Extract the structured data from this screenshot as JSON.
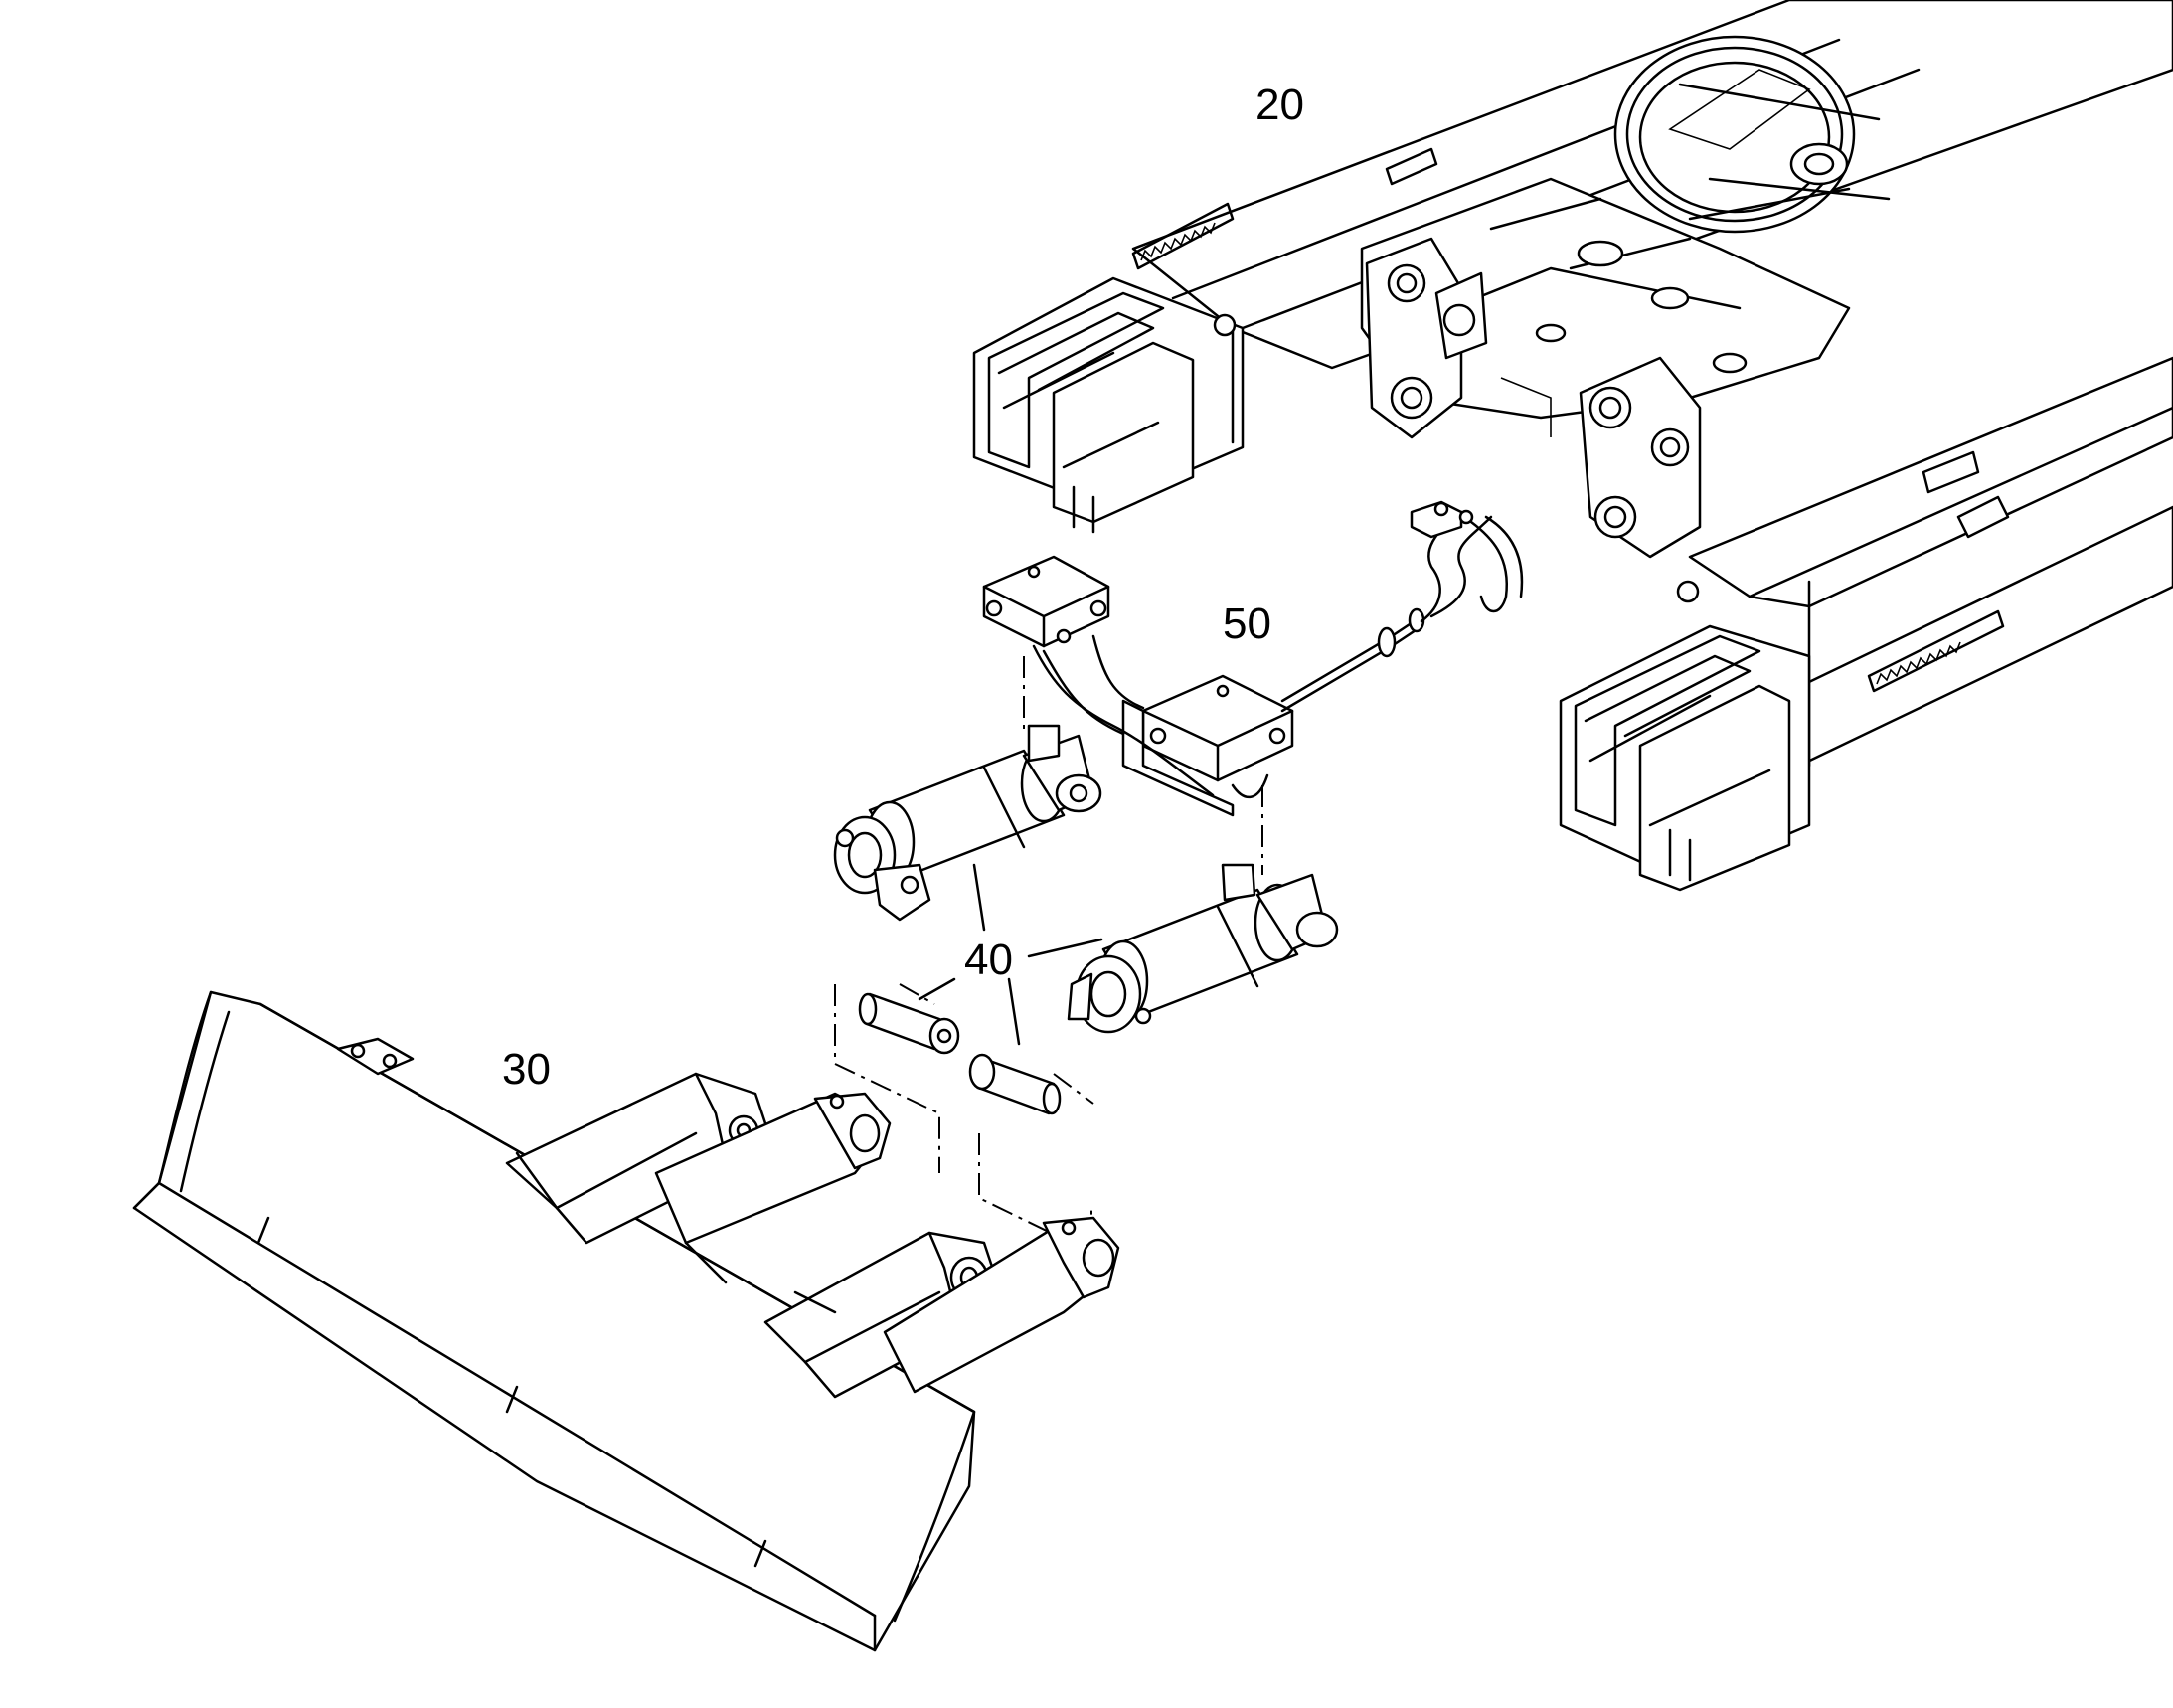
{
  "callouts": {
    "undercarriage": "20",
    "dozer_blade": "30",
    "cylinders": "40",
    "hydraulics": "50"
  }
}
